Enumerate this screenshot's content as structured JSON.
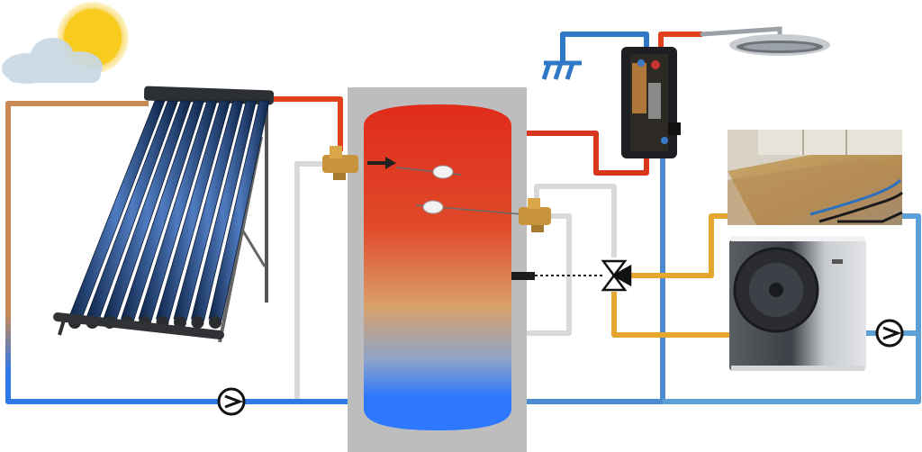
{
  "diagram": {
    "components": [
      "sun-icon",
      "cloud-icon",
      "solar-collector",
      "storage-tank",
      "fresh-water-station",
      "shower-head",
      "underfloor-heating",
      "heat-pump",
      "three-way-valve",
      "solar-pump",
      "heating-pump"
    ],
    "colors": {
      "hot": "#e2401c",
      "cold": "#2f78c8",
      "collector_return": "#c98a55",
      "heat_pump_flow": "#e4a62c",
      "grey_circuit": "#d9d9d9",
      "tank_housing": "#bdbdbd",
      "tank_top": "#e02b1a",
      "tank_middle": "#d9a06a",
      "tank_bottom": "#2d78ff"
    }
  }
}
